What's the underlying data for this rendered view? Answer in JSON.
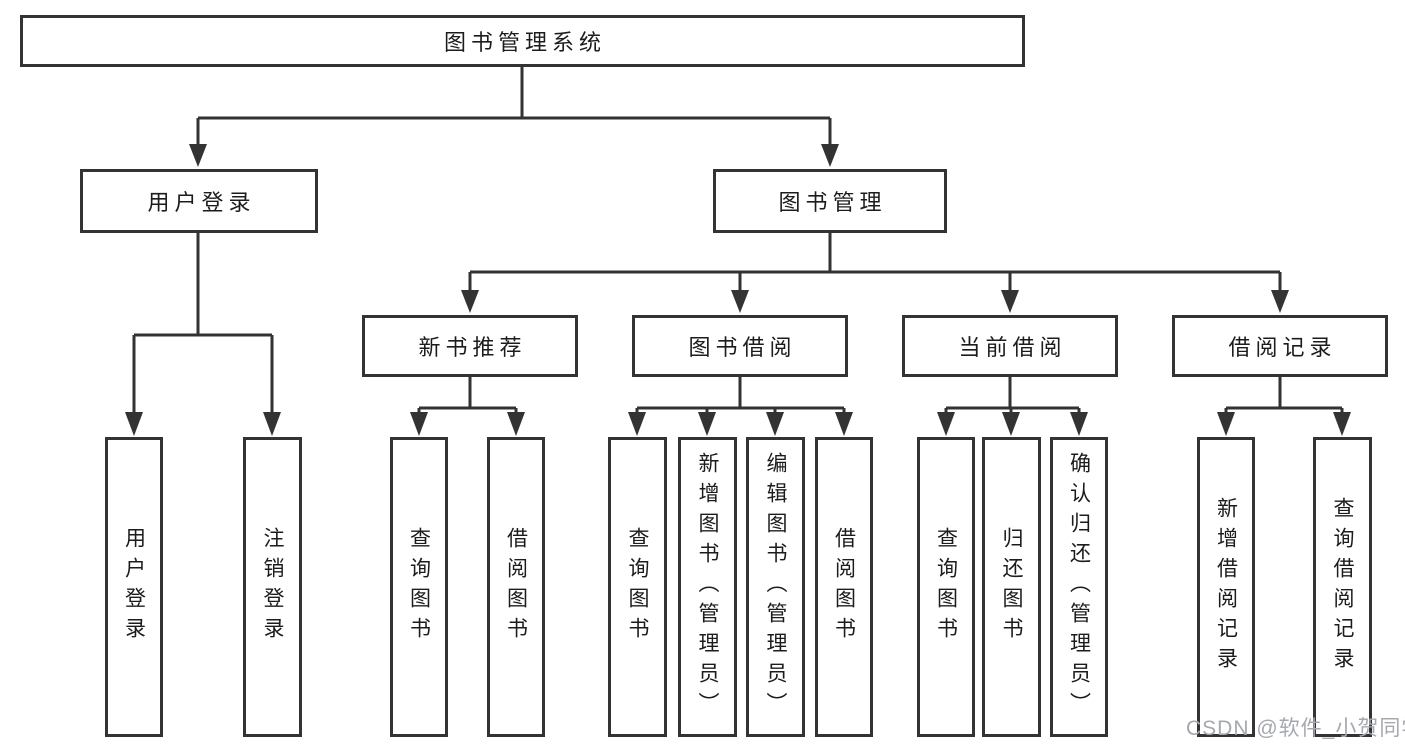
{
  "watermark": "CSDN @软件_小贺同学",
  "colors": {
    "line": "#333333",
    "text": "#1c1c1c",
    "watermark_gray": "#a6a8b0",
    "background": "#ffffff"
  },
  "tree": {
    "root": {
      "label": "图书管理系统"
    },
    "branches": [
      {
        "label": "用户登录",
        "children": [
          "用户登录",
          "注销登录"
        ]
      },
      {
        "label": "图书管理",
        "groups": [
          {
            "label": "新书推荐",
            "children": [
              "查询图书",
              "借阅图书"
            ]
          },
          {
            "label": "图书借阅",
            "children": [
              "查询图书",
              "新增图书（管理员）",
              "编辑图书（管理员）",
              "借阅图书"
            ]
          },
          {
            "label": "当前借阅",
            "children": [
              "查询图书",
              "归还图书",
              "确认归还（管理员）"
            ]
          },
          {
            "label": "借阅记录",
            "children": [
              "新增借阅记录",
              "查询借阅记录"
            ]
          }
        ]
      }
    ]
  }
}
